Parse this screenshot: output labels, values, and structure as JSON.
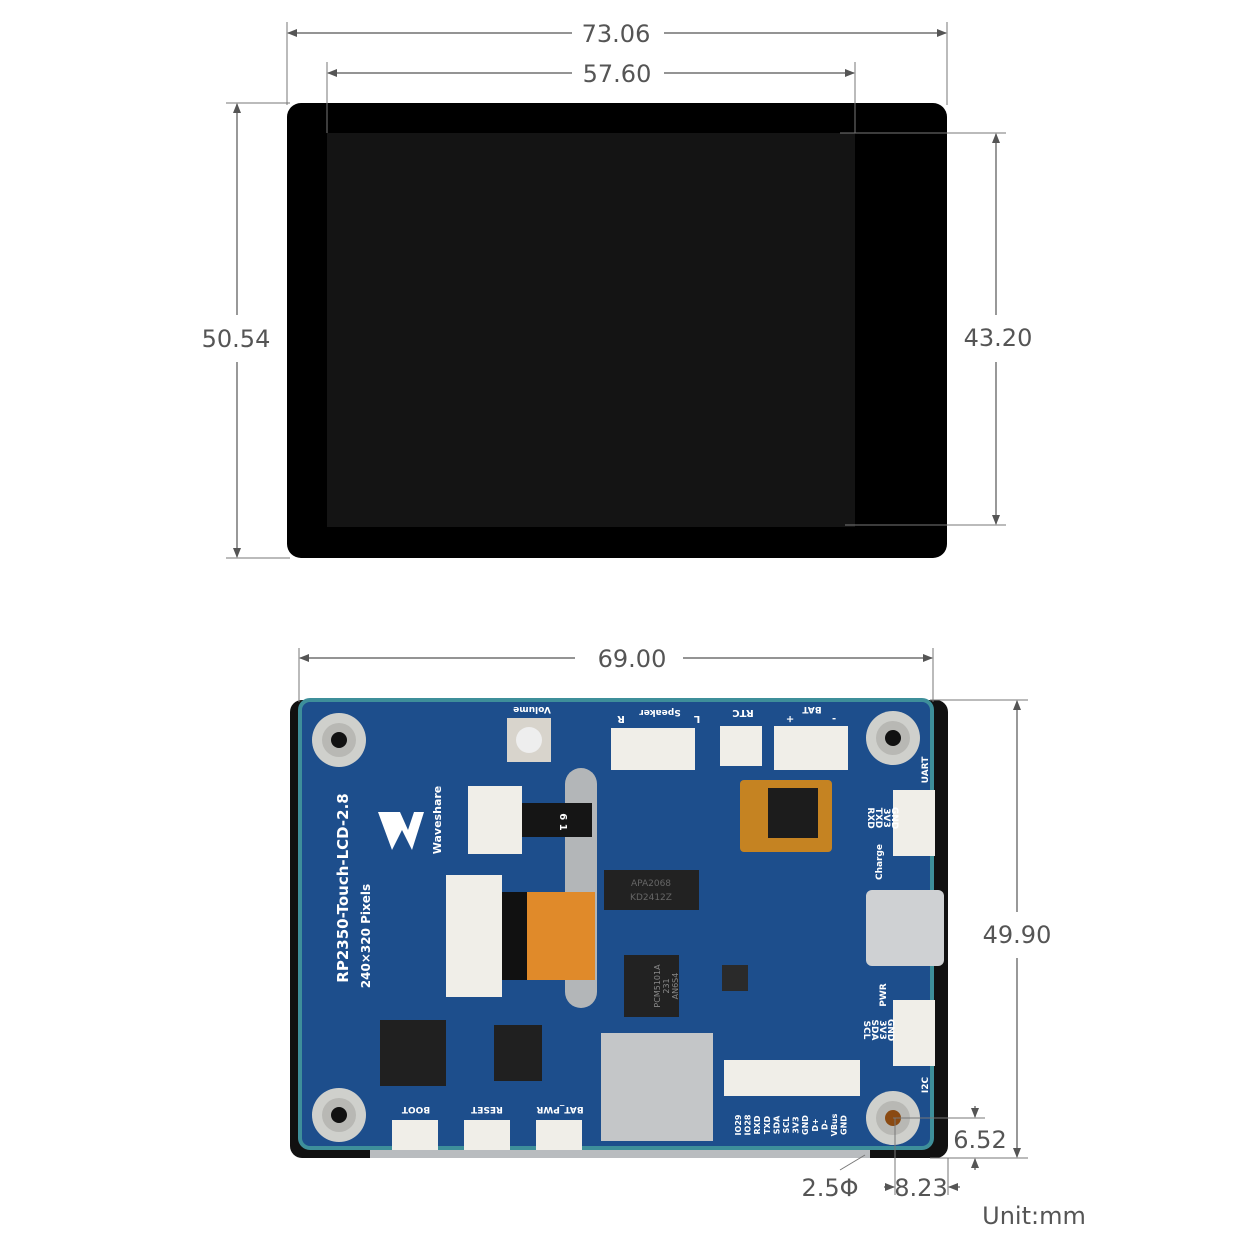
{
  "top_view": {
    "outer_width": "73.06",
    "active_width": "57.60",
    "outer_height": "50.54",
    "active_height": "43.20"
  },
  "bottom_view": {
    "board_width": "69.00",
    "board_height": "49.90",
    "hole_offset_y": "6.52",
    "hole_diameter": "2.5Φ",
    "hole_offset_x": "8.23"
  },
  "unit": "Unit:mm",
  "board": {
    "brand": "Waveshare",
    "title": "RP2350-Touch-LCD-2.8",
    "subtitle": "240×320 Pixels",
    "volume": "Volume",
    "speaker": "Speaker",
    "speaker_r": "R",
    "speaker_l": "L",
    "rtc": "RTC",
    "bat": "BAT",
    "bat_plus": "+",
    "bat_minus": "-",
    "uart": "UART",
    "uart_pins": [
      "RXD",
      "TXD",
      "3V3",
      "GND"
    ],
    "charge": "Charge",
    "pwr": "PWR",
    "i2c": "I2C",
    "i2c_pins": [
      "SCL",
      "SDA",
      "3V3",
      "GND"
    ],
    "boot": "BOOT",
    "reset": "RESET",
    "bat_pwr": "BAT_PWR",
    "bottom_pins": [
      "IO29",
      "IO28",
      "RXD",
      "TXD",
      "SDA",
      "SCL",
      "3V3",
      "GND",
      "D+",
      "D-",
      "VBus",
      "GND"
    ],
    "amp_chip": [
      "APA2068",
      "KD2412Z"
    ],
    "dac_chip": [
      "PCM5101A",
      "231",
      "AN6S4"
    ],
    "flex_label": "6 1"
  },
  "colors": {
    "pcb": "#1d4e8c",
    "bezel": "#000000",
    "display": "#141414"
  }
}
